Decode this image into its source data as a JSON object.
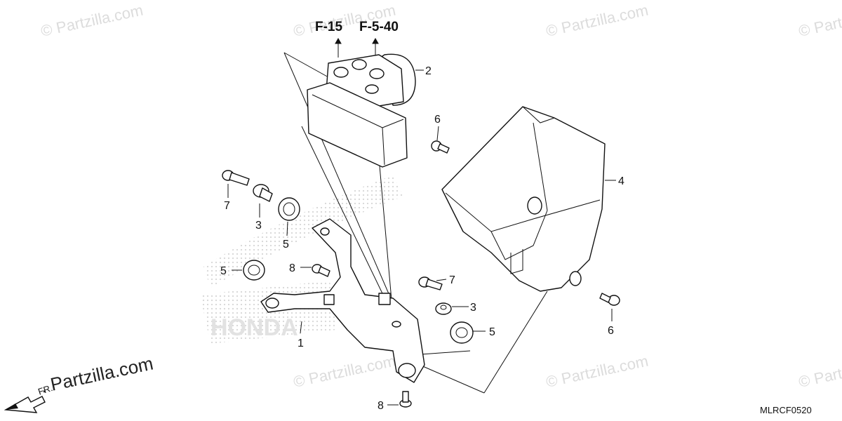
{
  "references": [
    "F-15",
    "F-5-40"
  ],
  "watermarks": [
    "© Partzilla.com"
  ],
  "brand_watermark": ". Partzilla.com",
  "fr_label": "FR.",
  "diagram_code": "MLRCF0520",
  "callouts": [
    {
      "id": "c2",
      "label": "2"
    },
    {
      "id": "c4",
      "label": "4"
    },
    {
      "id": "c6a",
      "label": "6"
    },
    {
      "id": "c6b",
      "label": "6"
    },
    {
      "id": "c7a",
      "label": "7"
    },
    {
      "id": "c7b",
      "label": "7"
    },
    {
      "id": "c3a",
      "label": "3"
    },
    {
      "id": "c3b",
      "label": "3"
    },
    {
      "id": "c5a",
      "label": "5"
    },
    {
      "id": "c5b",
      "label": "5"
    },
    {
      "id": "c5c",
      "label": "5"
    },
    {
      "id": "c8a",
      "label": "8"
    },
    {
      "id": "c8b",
      "label": "8"
    },
    {
      "id": "c1",
      "label": "1"
    }
  ]
}
